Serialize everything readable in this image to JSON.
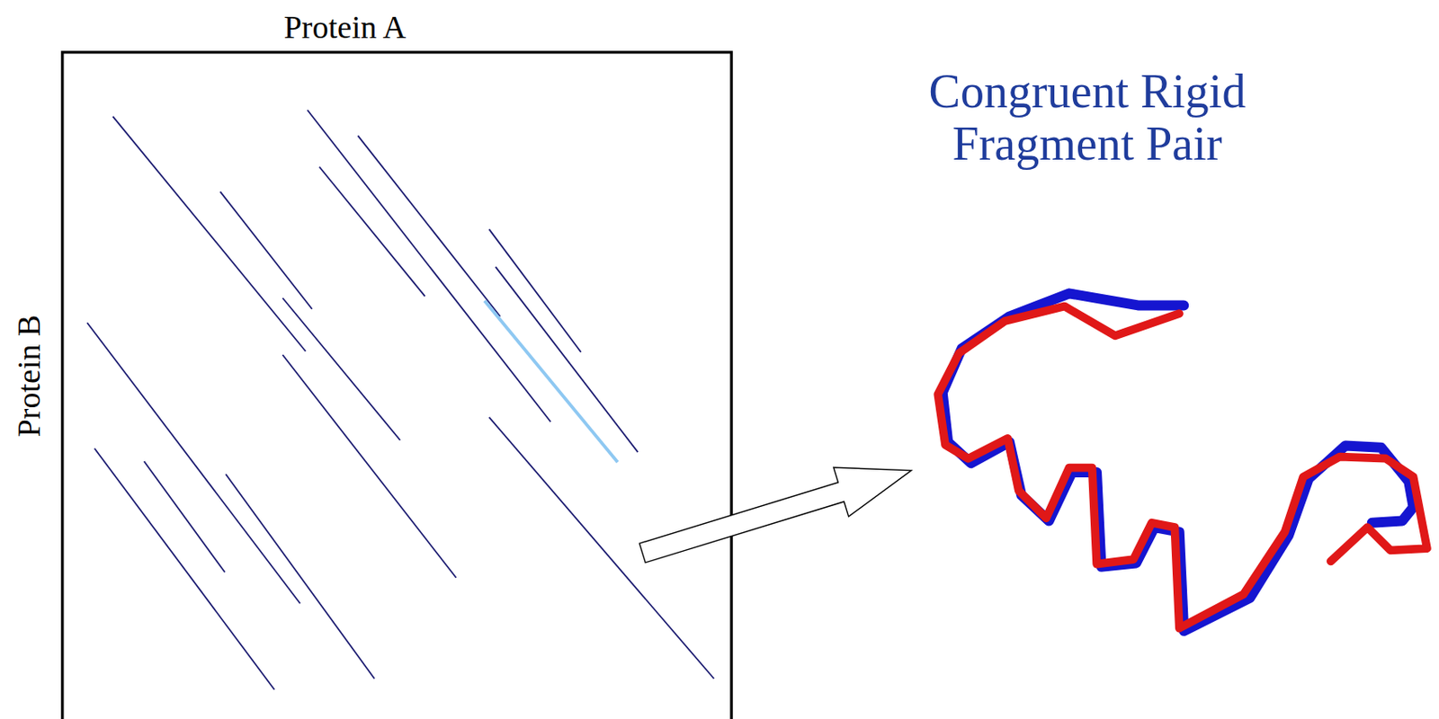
{
  "diagram": {
    "labels": [
      "Protein A",
      "Protein B",
      "Congruent Rigid Fragment Pair"
    ]
  }
}
